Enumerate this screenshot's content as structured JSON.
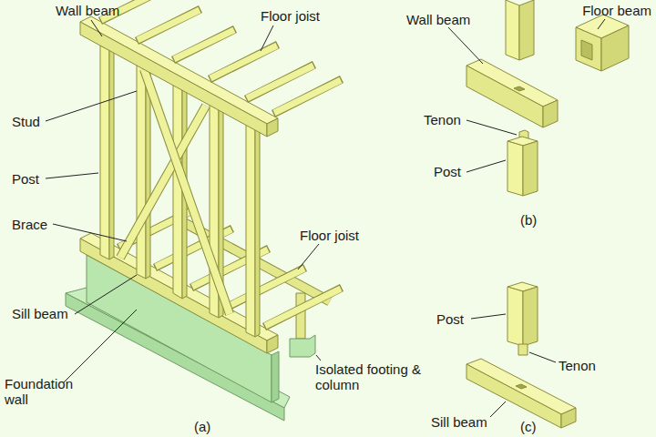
{
  "diagram": {
    "labels": [
      "Wall beam",
      "Floor joist",
      "Stud",
      "Post",
      "Brace",
      "Floor joist",
      "Sill beam",
      "Foundation wall",
      "Isolated footing & column",
      "(a)",
      "Wall beam",
      "Floor beam",
      "Tenon",
      "Post",
      "(b)",
      "Post",
      "Tenon",
      "Sill beam",
      "(c)"
    ]
  }
}
